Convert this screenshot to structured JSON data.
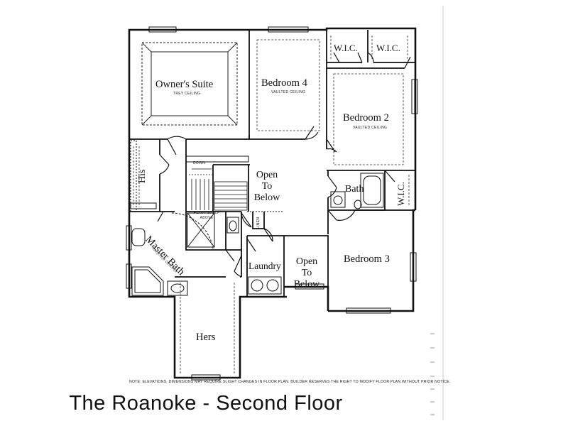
{
  "title": "The Roanoke - Second Floor",
  "note": "NOTE: ELEVATIONS, DIMENSIONS MAY REQUIRE SLIGHT CHANGES IN FLOOR PLAN. BUILDER RESERVES THE RIGHT TO MODIFY FLOOR PLAN WITHOUT PRIOR NOTICE.",
  "rooms": {
    "owners_suite": "Owner's Suite",
    "owners_suite_note": "TREY CEILING",
    "bedroom4": "Bedroom 4",
    "bedroom4_note": "VAULTED CEILING",
    "wic1": "W.I.C.",
    "wic2": "W.I.C.",
    "bedroom2": "Bedroom 2",
    "bedroom2_note": "VAULTED CEILING",
    "his": "His",
    "open_to_below_1_l1": "Open",
    "open_to_below_1_l2": "To",
    "open_to_below_1_l3": "Below",
    "bath": "Bath",
    "wic3": "W.I.C.",
    "down": "DOWN",
    "plant_shelf_l1": "PLANT SHELF",
    "plant_shelf_l2": "ABOVE",
    "linen": "LINEN",
    "master_bath": "Master Bath",
    "master_bath_note": "VAULTED CEILING",
    "laundry": "Laundry",
    "open_to_below_2_l1": "Open",
    "open_to_below_2_l2": "To",
    "open_to_below_2_l3": "Below",
    "bedroom3": "Bedroom 3",
    "hers": "Hers"
  }
}
